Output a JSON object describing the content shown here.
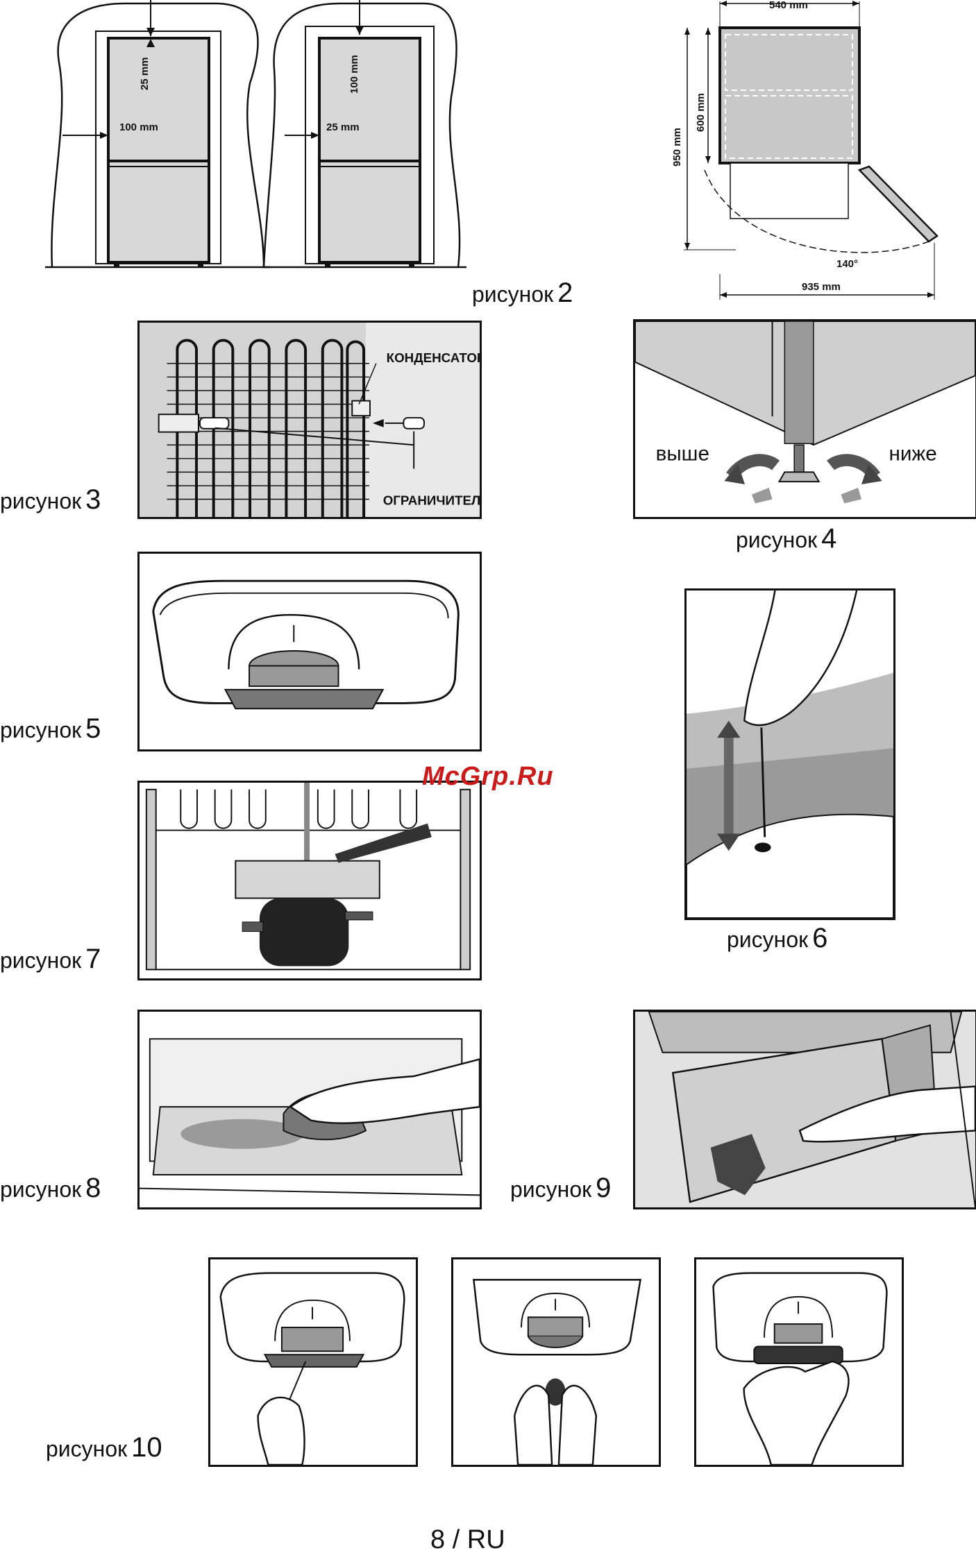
{
  "figure2": {
    "caption_word": "рисунок",
    "caption_num": "2",
    "left_top_gap": "25 mm",
    "left_side_gap": "100 mm",
    "mid_top_gap": "100 mm",
    "mid_side_gap": "25 mm",
    "width": "540 mm",
    "height_total": "950 mm",
    "height_upper": "600 mm",
    "angle": "140°",
    "depth_open": "935 mm"
  },
  "figure3": {
    "caption_word": "рисунок",
    "caption_num": "3",
    "label_condenser": "КОНДЕНСАТОР",
    "label_limiter": "ОГРАНИЧИТЕЛЬ"
  },
  "figure4": {
    "caption_word": "рисунок",
    "caption_num": "4",
    "label_higher": "выше",
    "label_lower": "ниже"
  },
  "figure5": {
    "caption_word": "рисунок",
    "caption_num": "5"
  },
  "figure6": {
    "caption_word": "рисунок",
    "caption_num": "6"
  },
  "figure7": {
    "caption_word": "рисунок",
    "caption_num": "7"
  },
  "figure8": {
    "caption_word": "рисунок",
    "caption_num": "8"
  },
  "figure9": {
    "caption_word": "рисунок",
    "caption_num": "9"
  },
  "figure10": {
    "caption_word": "рисунок",
    "caption_num": "10"
  },
  "watermark": "McGrp.Ru",
  "footer": "8 / RU"
}
